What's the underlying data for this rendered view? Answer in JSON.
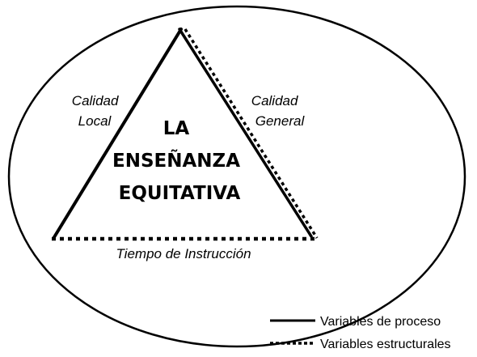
{
  "diagram": {
    "center_title": [
      "LA",
      "ENSEÑANZA",
      "EQUITATIVA"
    ],
    "left_side_label": [
      "Calidad",
      "Local"
    ],
    "right_side_label": [
      "Calidad",
      "General"
    ],
    "base_label": "Tiempo de Instrucción"
  },
  "legend": {
    "solid_label": "Variables de proceso",
    "dotted_label": "Variables estructurales"
  },
  "colors": {
    "line": "#000000",
    "background": "#ffffff"
  }
}
